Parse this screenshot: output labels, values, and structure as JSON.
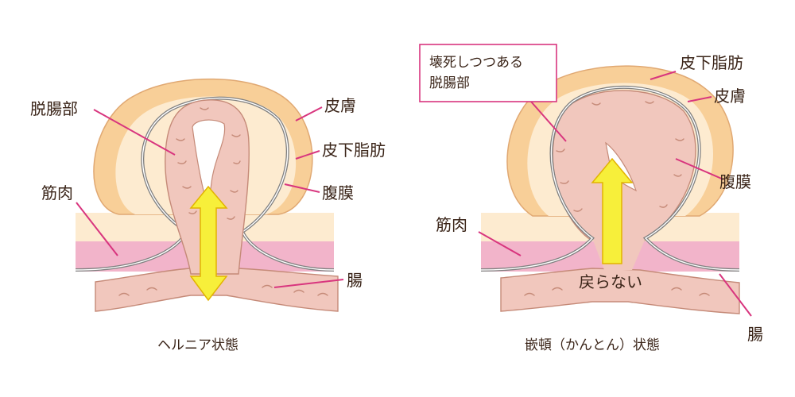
{
  "left": {
    "caption": "ヘルニア状態",
    "labels": {
      "prolapsed_bowel": "脱腸部",
      "skin": "皮膚",
      "subcutaneous_fat": "皮下脂肪",
      "peritoneum": "腹膜",
      "muscle": "筋肉",
      "intestine": "腸"
    }
  },
  "right": {
    "caption": "嵌頓（かんとん）状態",
    "box_line1": "壊死しつつある",
    "box_line2": "脱腸部",
    "arrow_label": "戻らない",
    "labels": {
      "subcutaneous_fat": "皮下脂肪",
      "skin": "皮膚",
      "peritoneum": "腹膜",
      "muscle": "筋肉",
      "intestine": "腸"
    }
  },
  "colors": {
    "skin": "#f8cf98",
    "fat": "#fdebd0",
    "muscle": "#f2b4ca",
    "bowel": "#f1c7bd",
    "bowel_outline": "#c58a78",
    "peritoneum": "#808080",
    "arrow": "#f7ef3a",
    "arrow_outline": "#e2b300",
    "leader": "#d8357e"
  }
}
